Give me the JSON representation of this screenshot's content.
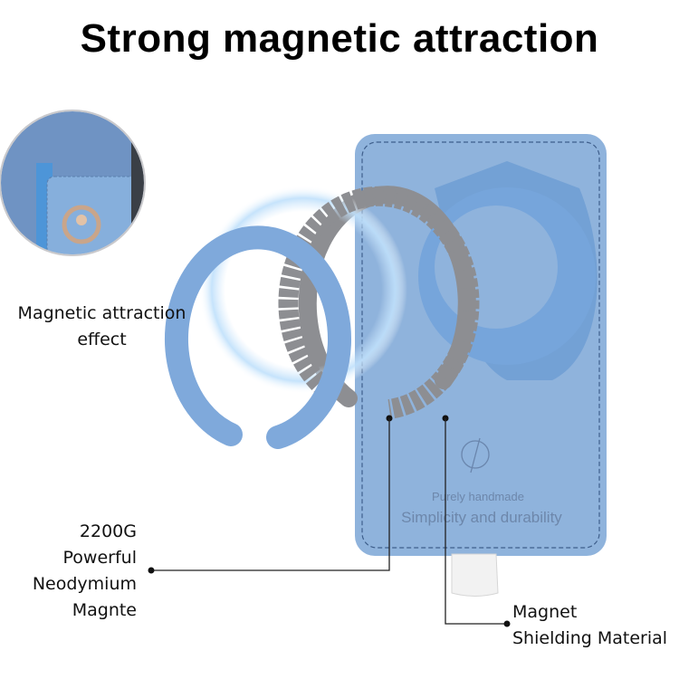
{
  "title": "Strong magnetic attraction",
  "inset": {
    "caption_line1": "Magnetic attraction",
    "caption_line2": "effect"
  },
  "card": {
    "emboss_line1": "Purely handmade",
    "emboss_line2": "Simplicity and durability",
    "color": "#8fb3dc"
  },
  "callouts": {
    "magnet": {
      "line1": "2200G",
      "line2": "Powerful",
      "line3": "Neodymium",
      "line4": "Magnte"
    },
    "shielding": {
      "line1": "Magnet",
      "line2": "Shielding Material"
    }
  },
  "colors": {
    "leather_blue": "#8fb3dc",
    "ring_blue": "#7fa9db",
    "metal_gray": "#8d8e92",
    "text": "#111111"
  }
}
